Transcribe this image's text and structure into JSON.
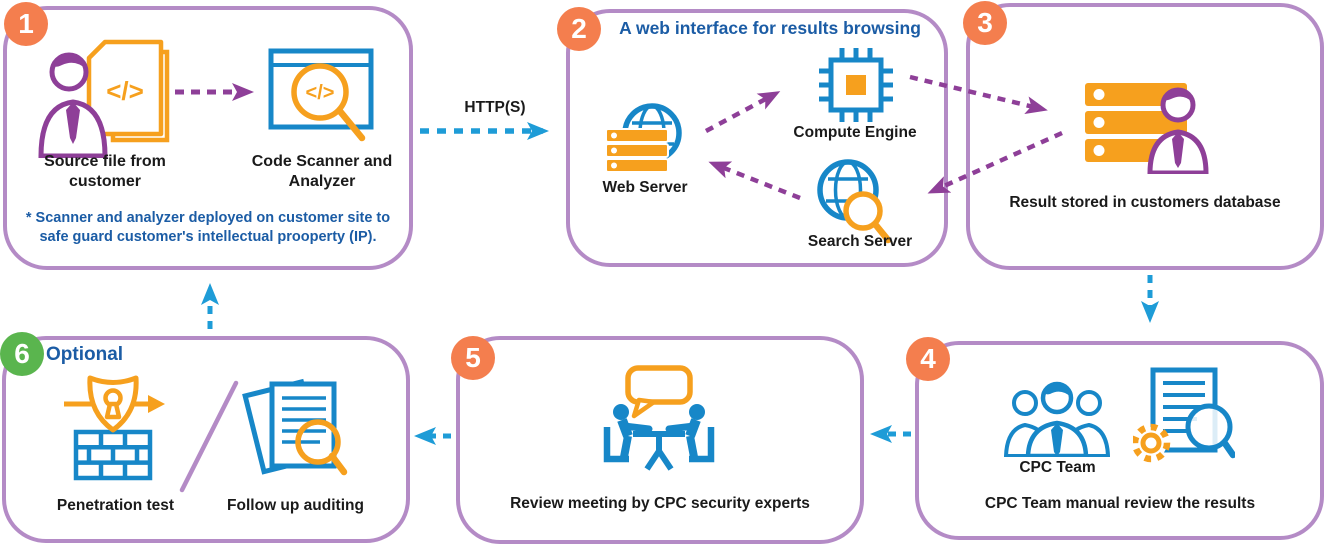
{
  "step1": {
    "number": "1",
    "label_source": "Source file from customer",
    "label_scanner": "Code Scanner and Analyzer",
    "note": "* Scanner and analyzer deployed on customer site to safe guard customer's intellectual prooperty (IP)."
  },
  "http_label": "HTTP(S)",
  "step2": {
    "number": "2",
    "title": "A web interface for results browsing",
    "label_web_server": "Web Server",
    "label_compute_engine": "Compute Engine",
    "label_search_server": "Search Server"
  },
  "step3": {
    "number": "3",
    "label": "Result stored in customers database"
  },
  "step4": {
    "number": "4",
    "label_team": "CPC Team",
    "label": "CPC Team manual review the results"
  },
  "step5": {
    "number": "5",
    "label": "Review meeting by CPC security experts"
  },
  "step6": {
    "number": "6",
    "title": "Optional",
    "label_pentest": "Penetration test",
    "label_audit": "Follow up auditing"
  },
  "glyphs": {
    "code": "</>"
  },
  "colors": {
    "box_border": "#b48bc6",
    "arrow_purple": "#8e3f98",
    "arrow_blue": "#1e9cd7",
    "icon_blue": "#1787c8",
    "icon_orange": "#f6a01e",
    "badge_orange": "#f47e4e",
    "badge_green": "#5ab54e",
    "title_blue": "#1b5ca5",
    "text_black": "#1a1a1a"
  }
}
